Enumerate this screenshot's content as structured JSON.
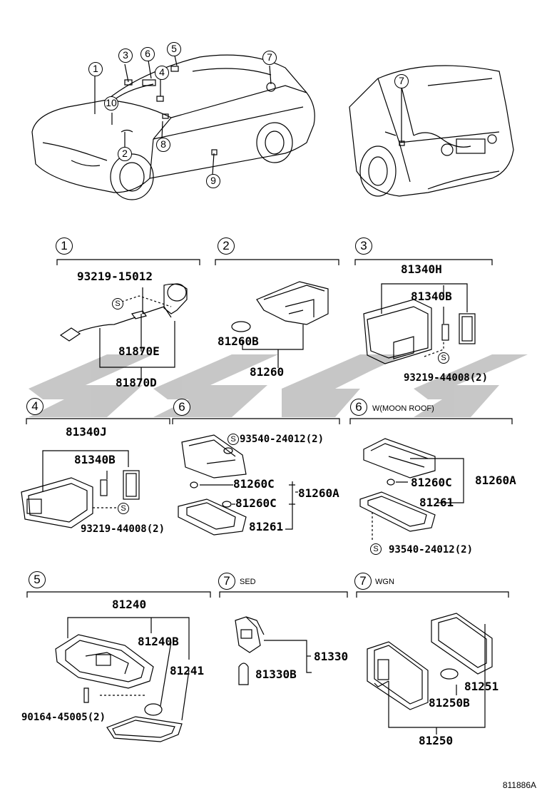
{
  "figure_code": "811886A",
  "callout_numbers": [
    "1",
    "2",
    "3",
    "4",
    "5",
    "6",
    "7",
    "8",
    "9",
    "10"
  ],
  "watermark_text": "ssgc",
  "sections": {
    "s1": {
      "num": "1",
      "parts": [
        "93219-15012",
        "81870E",
        "81870D"
      ]
    },
    "s2": {
      "num": "2",
      "parts": [
        "81260B",
        "81260"
      ]
    },
    "s3": {
      "num": "3",
      "parts": [
        "81340H",
        "81340B",
        "93219-44008(2)"
      ]
    },
    "s4": {
      "num": "4",
      "parts": [
        "81340J",
        "81340B",
        "93219-44008(2)"
      ]
    },
    "s6a": {
      "num": "6",
      "parts": [
        "93540-24012(2)",
        "81260C",
        "81260C",
        "81260A",
        "81261"
      ]
    },
    "s6b": {
      "num": "6",
      "note": "W(MOON ROOF)",
      "parts": [
        "81260C",
        "81260A",
        "81261",
        "93540-24012(2)"
      ]
    },
    "s5": {
      "num": "5",
      "parts": [
        "81240",
        "81240B",
        "81241",
        "90164-45005(2)"
      ]
    },
    "s7a": {
      "num": "7",
      "note": "SED",
      "parts": [
        "81330",
        "81330B"
      ]
    },
    "s7b": {
      "num": "7",
      "note": "WGN",
      "parts": [
        "81251",
        "81250B",
        "81250"
      ]
    }
  },
  "s_marker": "S"
}
